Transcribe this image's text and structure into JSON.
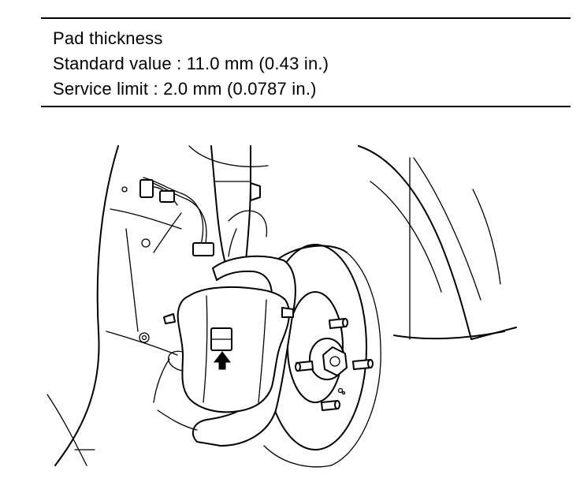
{
  "spec": {
    "heading": "Pad thickness",
    "standard": "Standard value : 11.0 mm (0.43 in.)",
    "limit": "Service limit : 2.0 mm (0.0787 in.)"
  },
  "figure": {
    "arrow_icon": "up-arrow-icon"
  }
}
